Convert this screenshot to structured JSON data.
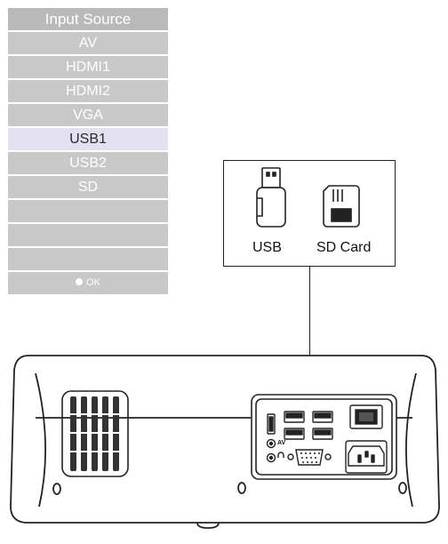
{
  "menu": {
    "title": "Input Source",
    "items": [
      {
        "label": "AV"
      },
      {
        "label": "HDMI1"
      },
      {
        "label": "HDMI2"
      },
      {
        "label": "VGA"
      },
      {
        "label": "USB1",
        "selected": true
      },
      {
        "label": "USB2"
      },
      {
        "label": "SD"
      },
      {
        "label": ""
      },
      {
        "label": ""
      },
      {
        "label": ""
      }
    ],
    "ok_label": "OK"
  },
  "callout": {
    "usb_label": "USB",
    "sd_label": "SD Card"
  },
  "panel": {
    "av_label": "AV"
  },
  "colors": {
    "menu_row": "#c8c8c8",
    "menu_title": "#b9b9b9",
    "menu_selected": "#e3e0f0",
    "menu_text": "#ffffff",
    "outline": "#222222"
  }
}
